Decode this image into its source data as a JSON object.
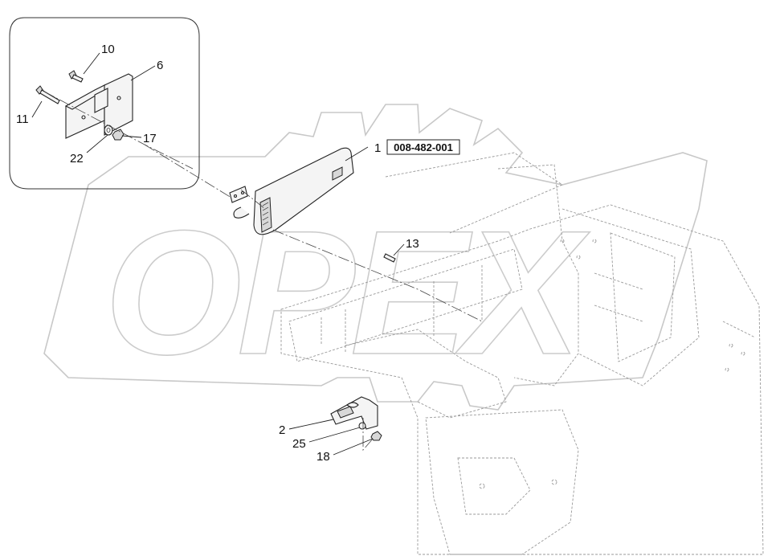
{
  "callouts": [
    {
      "id": "c1",
      "text": "1"
    },
    {
      "id": "c2",
      "text": "2"
    },
    {
      "id": "c6",
      "text": "6"
    },
    {
      "id": "c10",
      "text": "10"
    },
    {
      "id": "c11",
      "text": "11"
    },
    {
      "id": "c13",
      "text": "13"
    },
    {
      "id": "c17",
      "text": "17"
    },
    {
      "id": "c18",
      "text": "18"
    },
    {
      "id": "c22",
      "text": "22"
    },
    {
      "id": "c25",
      "text": "25"
    }
  ],
  "part_code": "008-482-001",
  "watermark": "OPEX"
}
